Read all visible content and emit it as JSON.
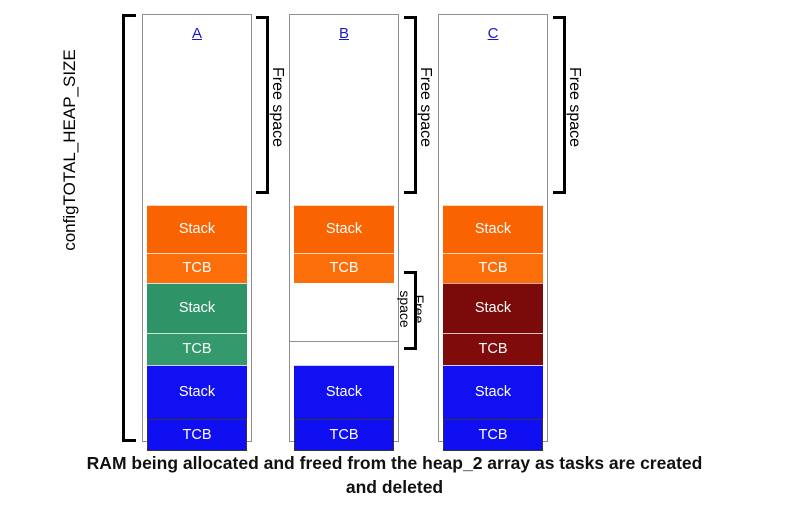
{
  "diagram": {
    "heap_label": "configTOTAL_HEAP_SIZE",
    "caption_line1": "RAM being allocated and freed from the heap_2 array as tasks are created",
    "caption_line2": "and deleted",
    "colors": {
      "orange_stack": "#F96302",
      "orange_tcb": "#FB6E09",
      "green_stack": "#2E9467",
      "green_tcb": "#34996C",
      "darkred_stack": "#7B0A0A",
      "darkred_tcb": "#800B0B",
      "blue_stack": "#1010F0",
      "blue_tcb": "#0F0FF2",
      "header_text": "#1A1AC8",
      "column_border": "#8F8F8F",
      "bracket": "#000000",
      "background": "#FFFFFF"
    },
    "labels": {
      "stack": "Stack",
      "tcb": "TCB",
      "free_space": "Free space",
      "free": "Free",
      "space": "space"
    },
    "columns": [
      {
        "id": "a",
        "header": "A",
        "free_space_label": "Free space",
        "blocks": [
          {
            "label": "Stack",
            "task": "orange"
          },
          {
            "label": "TCB",
            "task": "orange"
          },
          {
            "label": "Stack",
            "task": "green"
          },
          {
            "label": "TCB",
            "task": "green"
          },
          {
            "label": "Stack",
            "task": "blue"
          },
          {
            "label": "TCB",
            "task": "blue"
          }
        ]
      },
      {
        "id": "b",
        "header": "B",
        "free_space_label": "Free space",
        "free_space_label_2": "Free space",
        "blocks": [
          {
            "label": "Stack",
            "task": "orange"
          },
          {
            "label": "TCB",
            "task": "orange"
          },
          {
            "label": "Stack",
            "task": "blue"
          },
          {
            "label": "TCB",
            "task": "blue"
          }
        ]
      },
      {
        "id": "c",
        "header": "C",
        "free_space_label": "Free space",
        "blocks": [
          {
            "label": "Stack",
            "task": "orange"
          },
          {
            "label": "TCB",
            "task": "orange"
          },
          {
            "label": "Stack",
            "task": "darkred"
          },
          {
            "label": "TCB",
            "task": "darkred"
          },
          {
            "label": "Stack",
            "task": "blue"
          },
          {
            "label": "TCB",
            "task": "blue"
          }
        ]
      }
    ]
  }
}
